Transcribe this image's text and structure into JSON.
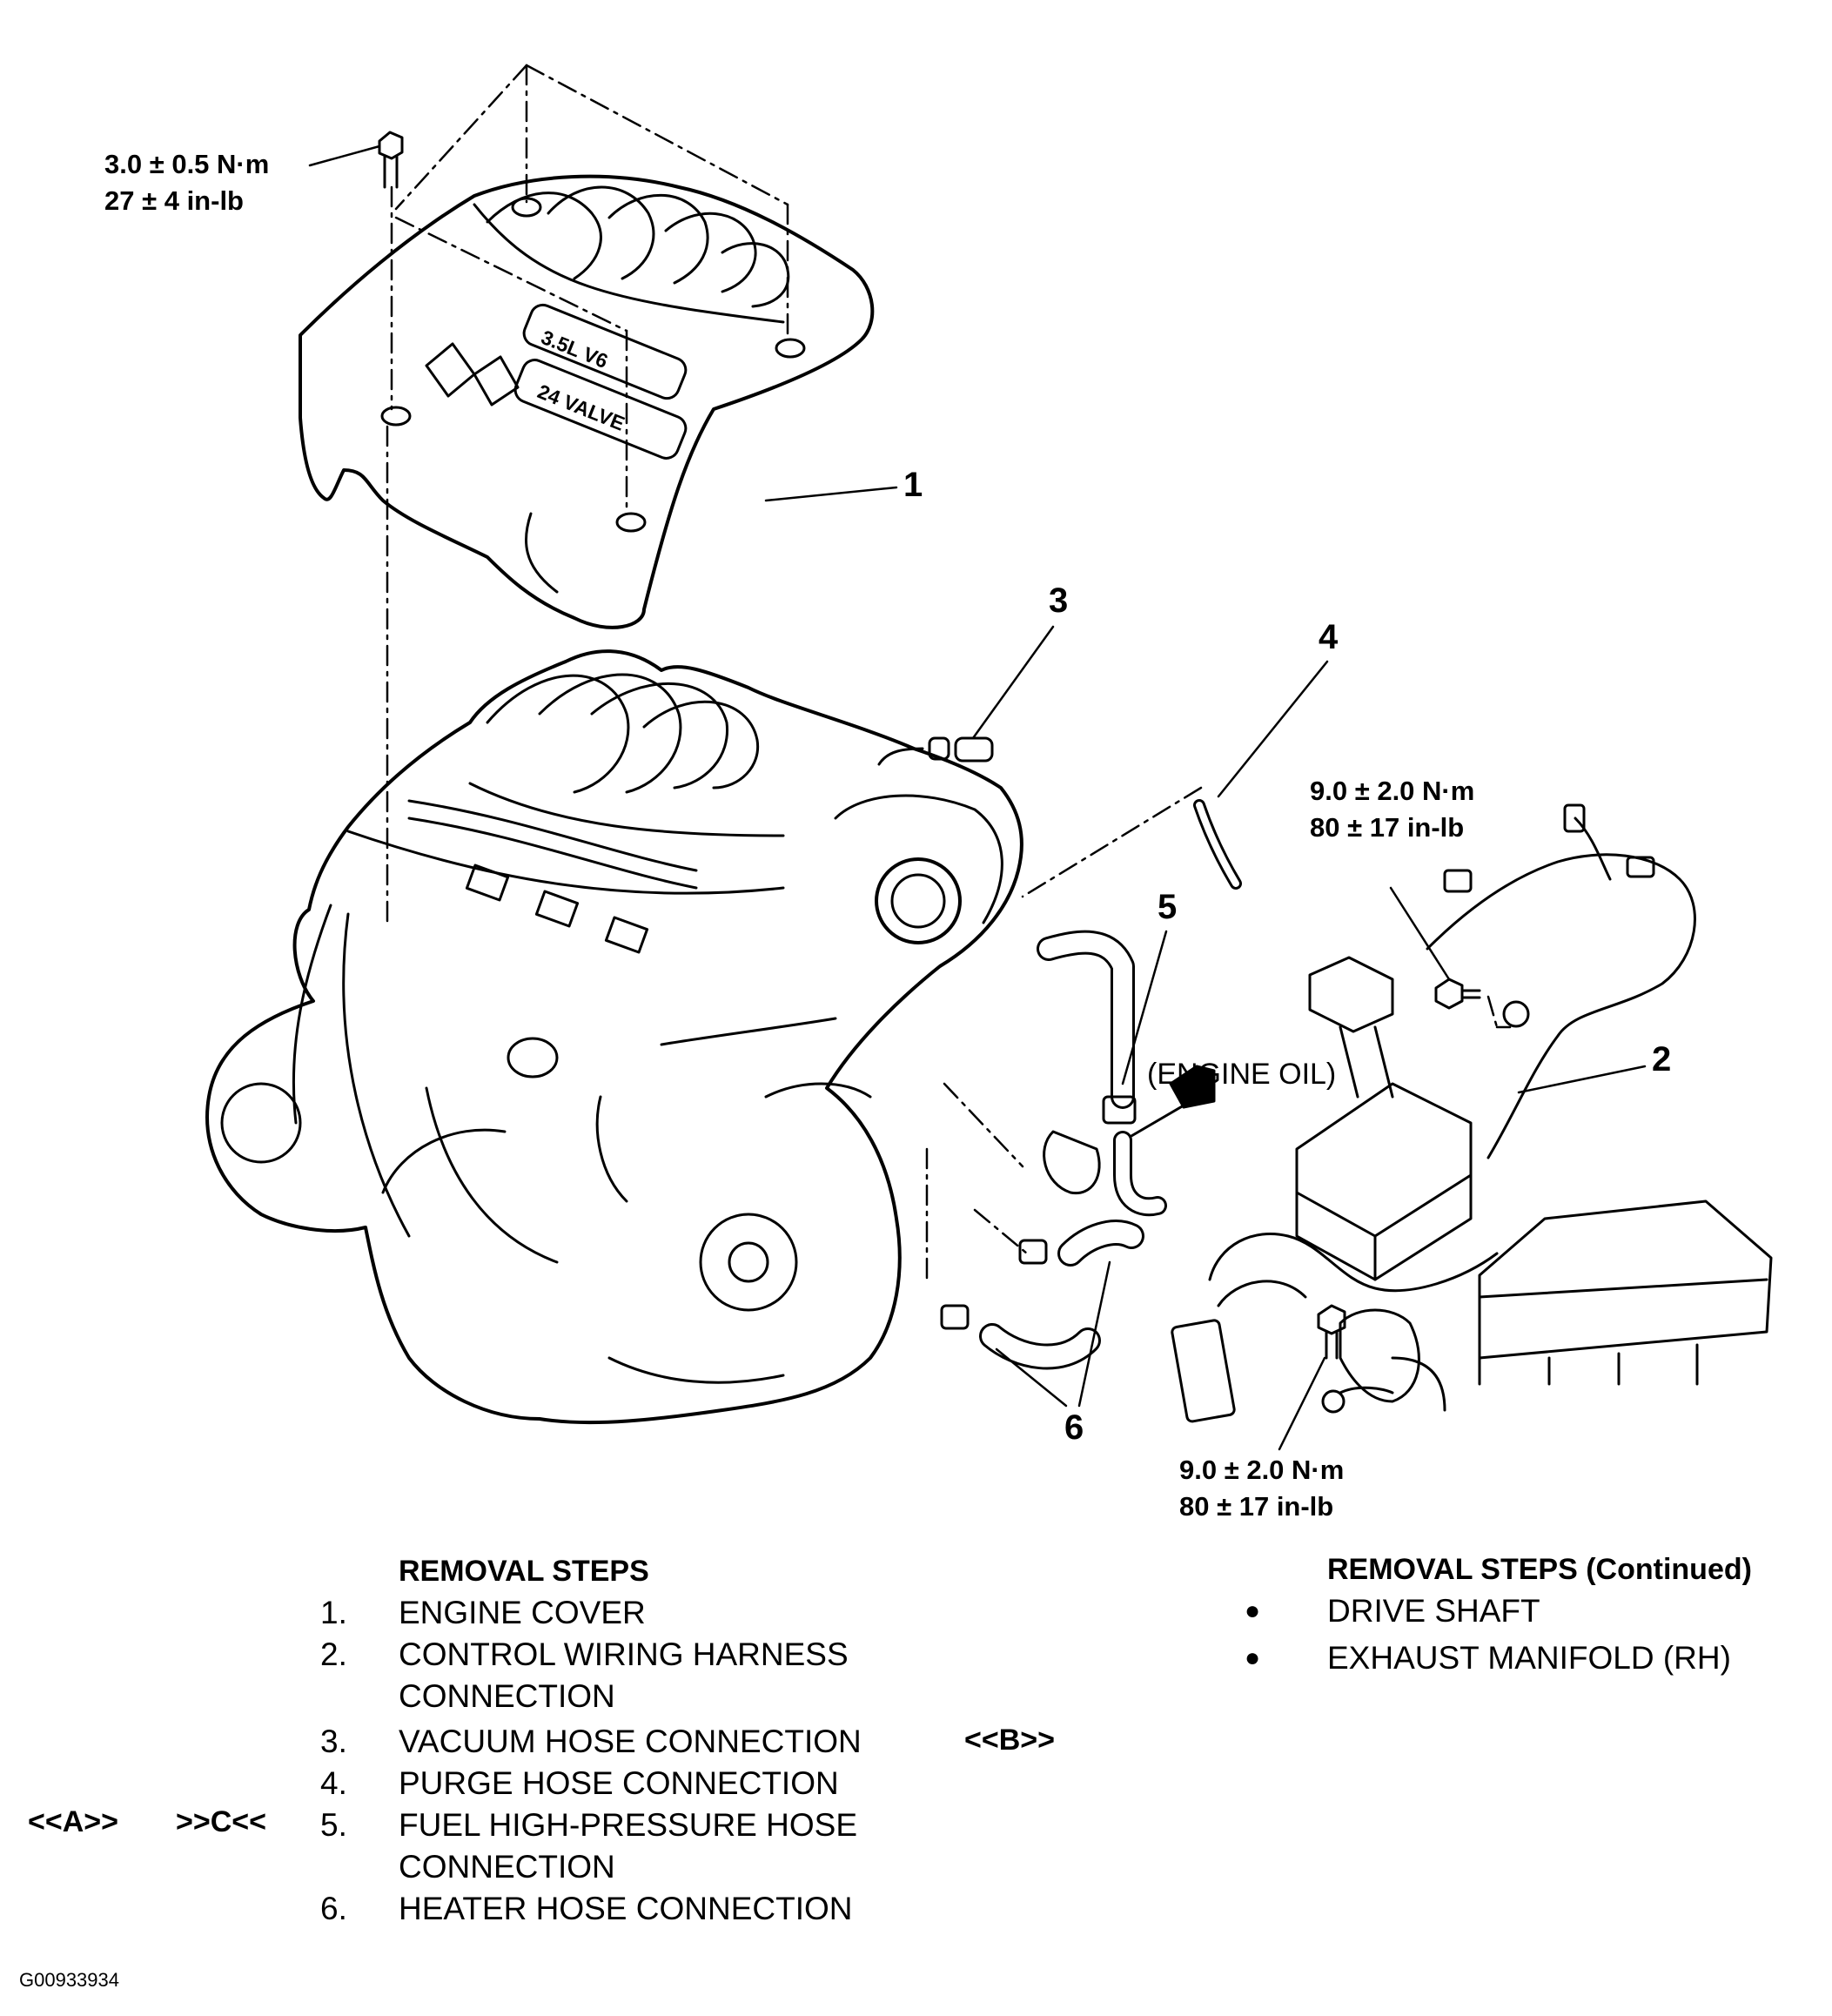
{
  "diagram": {
    "torques": {
      "cover_bolt": {
        "nm": "3.0 ± 0.5 N·m",
        "inlb": "27 ± 4 in-lb"
      },
      "harness_upper": {
        "nm": "9.0 ± 2.0 N·m",
        "inlb": "80 ± 17 in-lb"
      },
      "harness_lower": {
        "nm": "9.0 ± 2.0 N·m",
        "inlb": "80 ± 17 in-lb"
      }
    },
    "callouts": [
      "1",
      "2",
      "3",
      "4",
      "5",
      "6"
    ],
    "engine_oil_note": "(ENGINE OIL)",
    "cover_badge": {
      "displacement": "3.5L V6",
      "valve": "24 VALVE"
    },
    "figure_id": "G00933934"
  },
  "removal_steps": {
    "title": "REMOVAL STEPS",
    "steps": [
      {
        "num": "1.",
        "text": "ENGINE COVER"
      },
      {
        "num": "2.",
        "text": "CONTROL WIRING HARNESS"
      },
      {
        "num": "",
        "text": "CONNECTION"
      },
      {
        "num": "3.",
        "text": "VACUUM HOSE CONNECTION"
      },
      {
        "num": "4.",
        "text": "PURGE HOSE CONNECTION"
      },
      {
        "num": "5.",
        "text": "FUEL HIGH-PRESSURE HOSE"
      },
      {
        "num": "",
        "text": "CONNECTION"
      },
      {
        "num": "6.",
        "text": "HEATER HOSE CONNECTION"
      }
    ],
    "marks": {
      "a": "<<A>>",
      "c": ">>C<<",
      "b": "<<B>>"
    }
  },
  "removal_steps_continued": {
    "title": "REMOVAL STEPS (Continued)",
    "items": [
      "DRIVE SHAFT",
      "EXHAUST MANIFOLD (RH)"
    ]
  }
}
